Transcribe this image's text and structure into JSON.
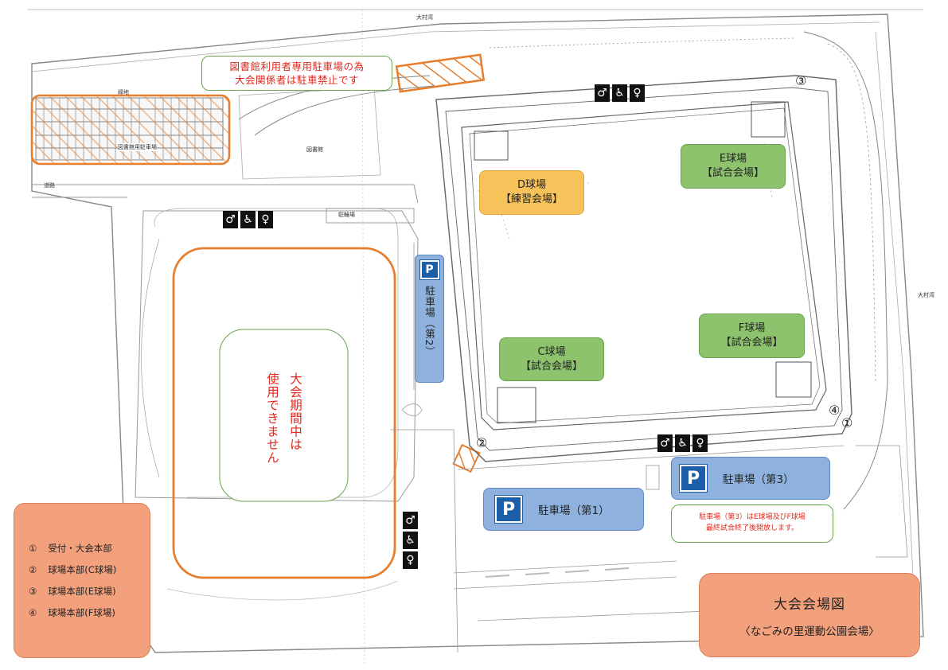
{
  "map_labels": {
    "top_road": "大村湾",
    "right_road": "大村湾",
    "ryokuchi": "緑地",
    "library_parking": "図書館用駐車場",
    "library": "図書館",
    "road": "道路",
    "bicycle_parking": "駐輪場"
  },
  "notice_library": {
    "line1": "図書館利用者専用駐車場の為",
    "line2": "大会関係者は駐車禁止です"
  },
  "fields": [
    {
      "id": "D",
      "name": "D球場",
      "role": "【練習会場】",
      "color": "#f7c25a"
    },
    {
      "id": "E",
      "name": "E球場",
      "role": "【試合会場】",
      "color": "#8dc36d"
    },
    {
      "id": "C",
      "name": "C球場",
      "role": "【試合会場】",
      "color": "#8dc36d"
    },
    {
      "id": "F",
      "name": "F球場",
      "role": "【試合会場】",
      "color": "#8dc36d"
    }
  ],
  "closed_area": {
    "text_col1": "大会期間中は",
    "text_col2": "使用できません"
  },
  "parking": {
    "p_symbol": "P",
    "second_label": "駐車場（第2）",
    "first_label": "駐車場（第1）",
    "third_label": "駐車場（第3）",
    "third_note_line1": "駐車場（第3）はE球場及びF球場",
    "third_note_line2": "最終試合終了後開放します。"
  },
  "markers": [
    "①",
    "②",
    "③",
    "④"
  ],
  "legend": [
    {
      "num": "①",
      "text": "受付・大会本部"
    },
    {
      "num": "②",
      "text": "球場本部(C球場)"
    },
    {
      "num": "③",
      "text": "球場本部(E球場)"
    },
    {
      "num": "④",
      "text": "球場本部(F球場)"
    }
  ],
  "title": {
    "main": "大会会場図",
    "sub": "〈なごみの里運動公園会場〉"
  },
  "icons": {
    "male": "male-restroom-icon",
    "wheelchair": "wheelchair-icon",
    "female": "female-restroom-icon"
  },
  "colors": {
    "orange_outline": "#e67e2e",
    "green_tag": "#8dc36d",
    "yellow_tag": "#f7c25a",
    "blue_tag": "#8eb2dd",
    "salmon_box": "#f3a07d",
    "parking_blue": "#1c5ea8",
    "notice_red": "#e0281e"
  }
}
